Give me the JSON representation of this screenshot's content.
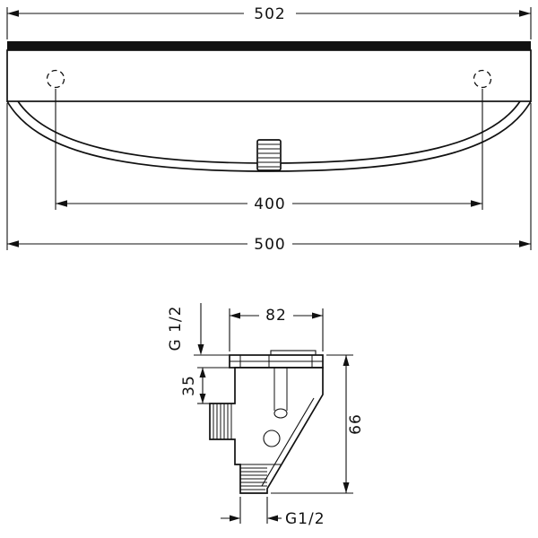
{
  "drawing": {
    "type": "technical-dimension-drawing",
    "views": {
      "front": {
        "dim_top_width": "502",
        "dim_hole_spacing": "400",
        "dim_overall_width": "500"
      },
      "connector": {
        "dim_width": "82",
        "dim_side_thread": "G 1/2",
        "dim_side_offset": "35",
        "dim_height": "66",
        "dim_bottom_thread": "G1/2"
      }
    }
  }
}
